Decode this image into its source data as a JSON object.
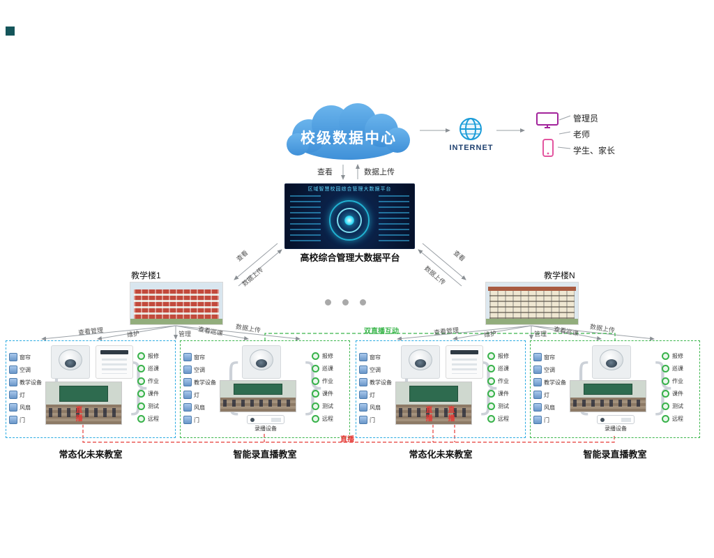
{
  "cloud": {
    "label": "校级数据中心"
  },
  "internet": {
    "label": "INTERNET"
  },
  "users": {
    "items": [
      {
        "label": "管理员"
      },
      {
        "label": "老师"
      },
      {
        "label": "学生、家长"
      }
    ]
  },
  "center_links": {
    "view": "查看",
    "upload": "数据上传"
  },
  "platform": {
    "screen_title": "区域智慧校园综合管理大数据平台",
    "caption": "高校综合管理大数据平台"
  },
  "side_links": {
    "view": "查看",
    "upload": "数据上传"
  },
  "buildings": {
    "left": {
      "label": "教学楼1"
    },
    "right": {
      "label": "教学楼N"
    }
  },
  "fan_labels": [
    "查看管理",
    "维护",
    "管理",
    "查看巡课",
    "数据上传"
  ],
  "live": {
    "broadcast": "直播",
    "dual": "双直播互动",
    "device": "录播设备"
  },
  "iot_items": [
    "窗帘",
    "空调",
    "教学设备",
    "灯",
    "风扇",
    "门"
  ],
  "app_items": [
    "报修",
    "巡课",
    "作业",
    "课件",
    "测试",
    "远程"
  ],
  "classrooms": [
    {
      "caption": "常态化未来教室",
      "type": "normal"
    },
    {
      "caption": "智能录直播教室",
      "type": "live"
    },
    {
      "caption": "常态化未来教室",
      "type": "normal"
    },
    {
      "caption": "智能录直播教室",
      "type": "live"
    }
  ],
  "decor": {
    "brace_left": "{",
    "brace_right": "}"
  }
}
